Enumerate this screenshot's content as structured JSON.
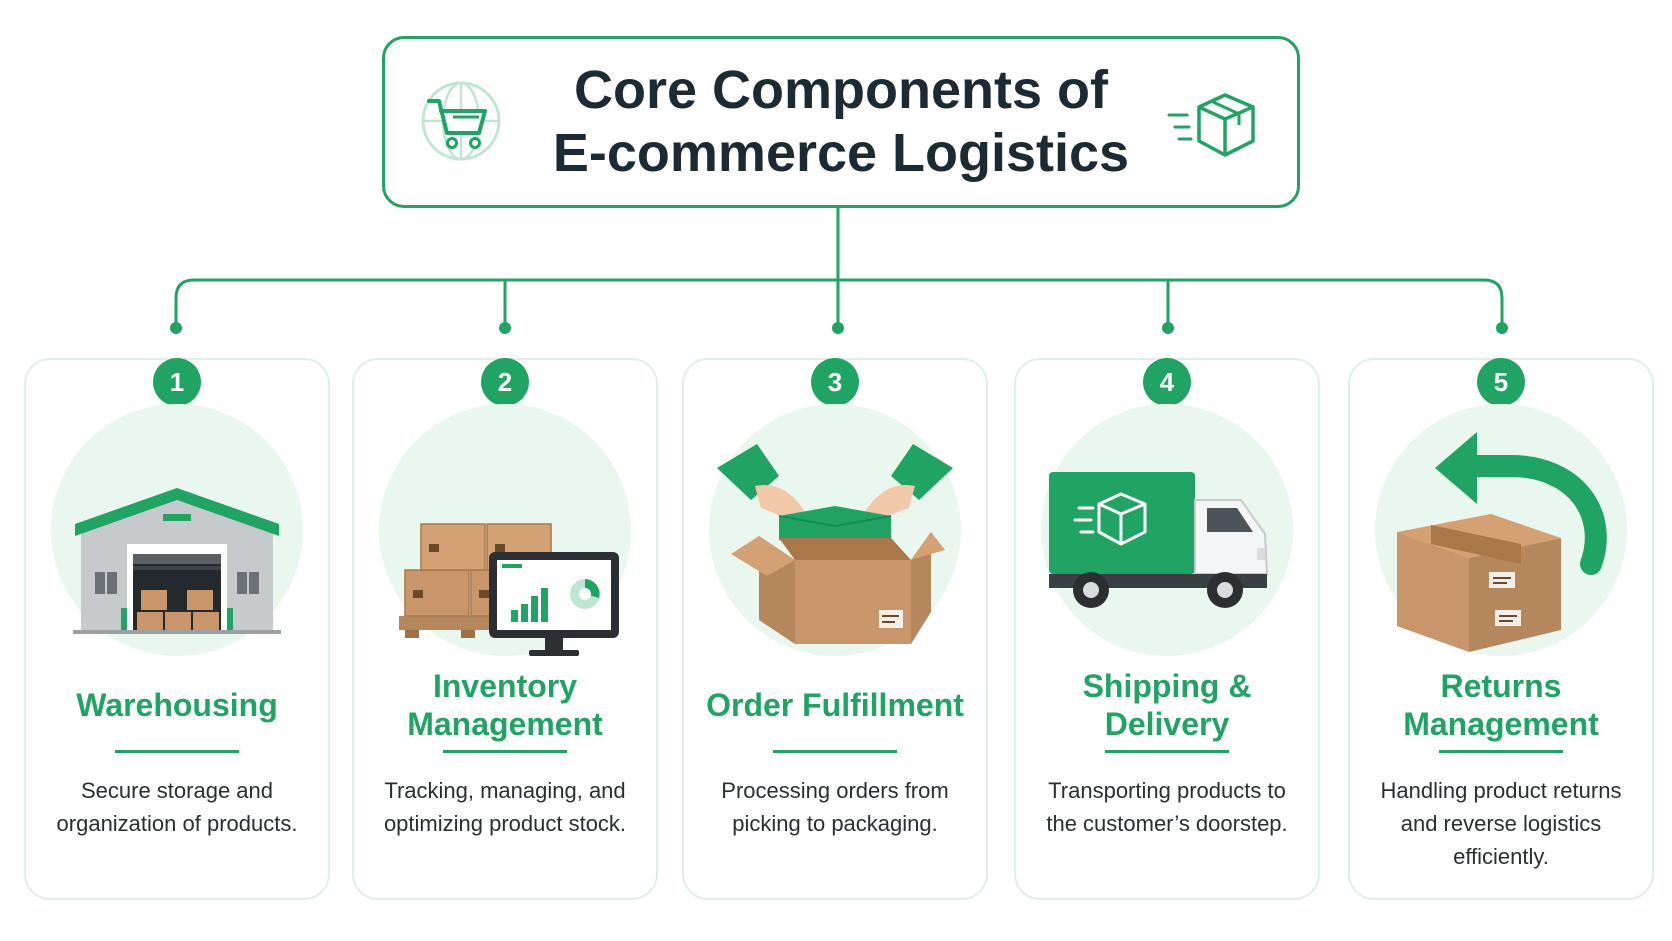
{
  "header": {
    "title_line1": "Core Components of",
    "title_line2": "E-commerce Logistics"
  },
  "icons": {
    "header_left": "globe-cart-icon",
    "header_right": "fast-box-icon"
  },
  "colors": {
    "accent": "#1fa463",
    "accent_light": "#e9f7ef",
    "title_text": "#1c2a33",
    "body_text": "#2a2f33",
    "cardboard": "#c9956a"
  },
  "components": [
    {
      "number": "1",
      "title": "Warehousing",
      "description": "Secure storage and organization of products.",
      "icon": "warehouse-icon"
    },
    {
      "number": "2",
      "title": "Inventory Management",
      "description": "Tracking, managing, and optimizing product stock.",
      "icon": "inventory-monitor-icon"
    },
    {
      "number": "3",
      "title": "Order Fulfillment",
      "description": "Processing orders from picking to packaging.",
      "icon": "packing-box-icon"
    },
    {
      "number": "4",
      "title": "Shipping & Delivery",
      "description": "Transporting products to the customer’s doorstep.",
      "icon": "delivery-truck-icon"
    },
    {
      "number": "5",
      "title": "Returns Management",
      "description": "Handling product returns and reverse logistics efficiently.",
      "icon": "return-arrow-box-icon"
    }
  ]
}
